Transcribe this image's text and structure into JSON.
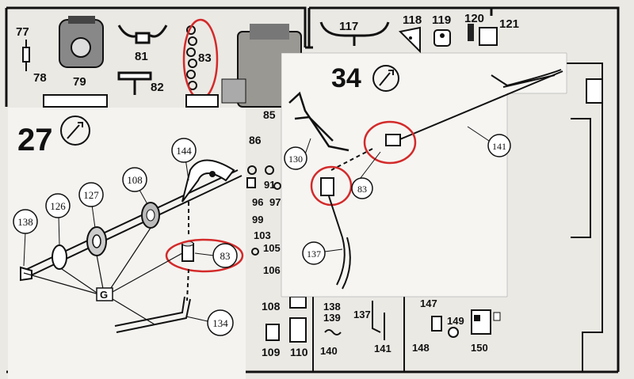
{
  "sheet": {
    "top_parts": [
      "77",
      "78",
      "79",
      "81",
      "82",
      "83",
      "117",
      "118",
      "119",
      "120",
      "121",
      "85",
      "86",
      "91",
      "96",
      "97",
      "99",
      "103",
      "105",
      "106",
      "108",
      "109",
      "110",
      "138",
      "139",
      "137",
      "140",
      "141",
      "147",
      "149",
      "148",
      "150"
    ]
  },
  "panel_27": {
    "title": "27",
    "callouts": [
      "144",
      "108",
      "127",
      "126",
      "138",
      "83",
      "134"
    ],
    "label_g": "G"
  },
  "panel_34": {
    "title": "34",
    "callouts": [
      "130",
      "141",
      "83",
      "137"
    ]
  },
  "highlight_color": "#d32a2a"
}
